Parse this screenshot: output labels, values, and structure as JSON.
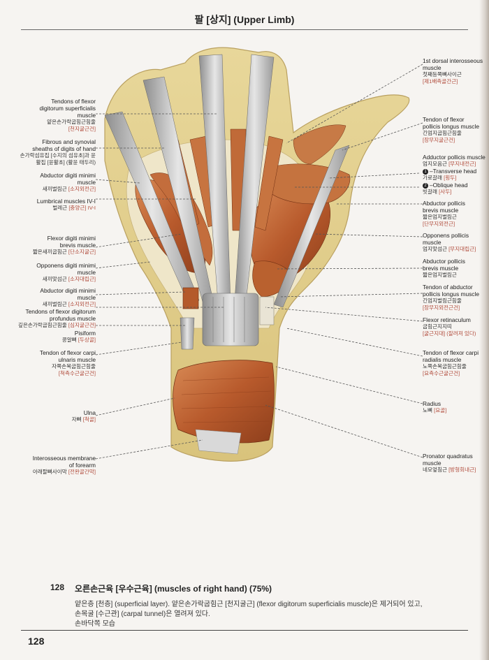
{
  "header": {
    "title": "팔 [상지] (Upper Limb)"
  },
  "labels_left": [
    {
      "en": [
        "Tendons of flexor",
        "digitorum superficialis",
        "muscle"
      ],
      "ko": "얕은손가락굽힘근힘줄",
      "hanja": "[천지굴근건]"
    },
    {
      "en": [
        "Fibrous and synovial",
        "sheaths of digits of hand"
      ],
      "ko": "손가락섬유집 [수지의 섬유초]과 윤활집 [윤활초] (활윤 태두리)",
      "hanja": ""
    },
    {
      "en": [
        "Abductor digiti minimi",
        "muscle"
      ],
      "ko": "새끼벌림근",
      "hanja": "[소지외전근]"
    },
    {
      "en": [
        "Lumbrical muscles IV-I"
      ],
      "ko": "벌레근",
      "hanja": "[충양근] IV-I"
    },
    {
      "en": [
        "Flexor digiti minimi",
        "brevis muscle"
      ],
      "ko": "짧은새끼굽힘근",
      "hanja": "[단소지굴근]"
    },
    {
      "en": [
        "Opponens digiti minimi",
        "muscle"
      ],
      "ko": "새끼맞섬근",
      "hanja": "[소지대립근]"
    },
    {
      "en": [
        "Abductor digiti minimi",
        "muscle"
      ],
      "ko": "새끼벌림근",
      "hanja": "[소지외전근]"
    },
    {
      "en": [
        "Tendons of flexor digitorum",
        "profundus muscle"
      ],
      "ko": "깊은손가락굽힘근힘줄",
      "hanja": "[심지굴근건]"
    },
    {
      "en": [
        "Pisiform"
      ],
      "ko": "콩알뼈",
      "hanja": "[두상골]"
    },
    {
      "en": [
        "Tendon of flexor carpi",
        "ulnaris muscle"
      ],
      "ko": "자쪽손목굽힘근힘줄",
      "hanja": "[척측수근굴근건]"
    },
    {
      "en": [
        "Ulna"
      ],
      "ko": "자뼈",
      "hanja": "[척골]"
    },
    {
      "en": [
        "Interosseous membrane",
        "of forearm"
      ],
      "ko": "아래팔뼈사이막",
      "hanja": "[전완골간막]"
    }
  ],
  "labels_right": [
    {
      "en": [
        "1st dorsal interosseous",
        "muscle"
      ],
      "ko": "첫째등쪽뼈사이근",
      "hanja": "[제1배측골간근]"
    },
    {
      "en": [
        "Tendon of flexor",
        "pollicis longus muscle"
      ],
      "ko": "긴엄지굽힘근힘줄",
      "hanja": "[장무지굴근건]"
    },
    {
      "en": [
        "Adductor pollicis muscle"
      ],
      "ko": "엄지모음근",
      "hanja": "[무지내전근]"
    },
    {
      "en": [
        "Transverse head"
      ],
      "ko": "가로갈래",
      "hanja": "[횡두]",
      "marker": "1"
    },
    {
      "en": [
        "Oblique head"
      ],
      "ko": "빗갈래",
      "hanja": "[사두]",
      "marker": "2"
    },
    {
      "en": [
        "Abductor pollicis",
        "brevis muscle"
      ],
      "ko": "짧은엄지벌림근",
      "hanja": "[단무지외전근]"
    },
    {
      "en": [
        "Opponens pollicis",
        "muscle"
      ],
      "ko": "엄지맞섬근",
      "hanja": "[무지대립근]"
    },
    {
      "en": [
        "Abductor pollicis",
        "brevis muscle"
      ],
      "ko": "짧은엄지벌림근",
      "hanja": ""
    },
    {
      "en": [
        "Tendon of abductor",
        "pollicis longus muscle"
      ],
      "ko": "긴엄지벌림근힘줄",
      "hanja": "[장무지외전근건]"
    },
    {
      "en": [
        "Flexor retinaculum"
      ],
      "ko": "굽힘근지지띠",
      "hanja": "[굴근지대] (잘려져 있다)"
    },
    {
      "en": [
        "Tendon of flexor carpi",
        "radialis muscle"
      ],
      "ko": "노쪽손목굽힘근힘줄",
      "hanja": "[요측수근굴근건]"
    },
    {
      "en": [
        "Radius"
      ],
      "ko": "노뼈",
      "hanja": "[요골]"
    },
    {
      "en": [
        "Pronator quadratus",
        "muscle"
      ],
      "ko": "네모엎침근",
      "hanja": "[방형회내근]"
    }
  ],
  "caption": {
    "number": "128",
    "title": "오른손근육 [우수근육] (muscles of right hand) (75%)",
    "lines": [
      "얕은층 [천층] (superficial layer). 얕은손가락굽힘근 [천지굴근] (flexor digitorum superficialis muscle)은 제거되어 있고,",
      "손목굴 [수근관] (carpal tunnel)은 열려져 있다.",
      "손바닥쪽 모습"
    ]
  },
  "page_number": "128"
}
